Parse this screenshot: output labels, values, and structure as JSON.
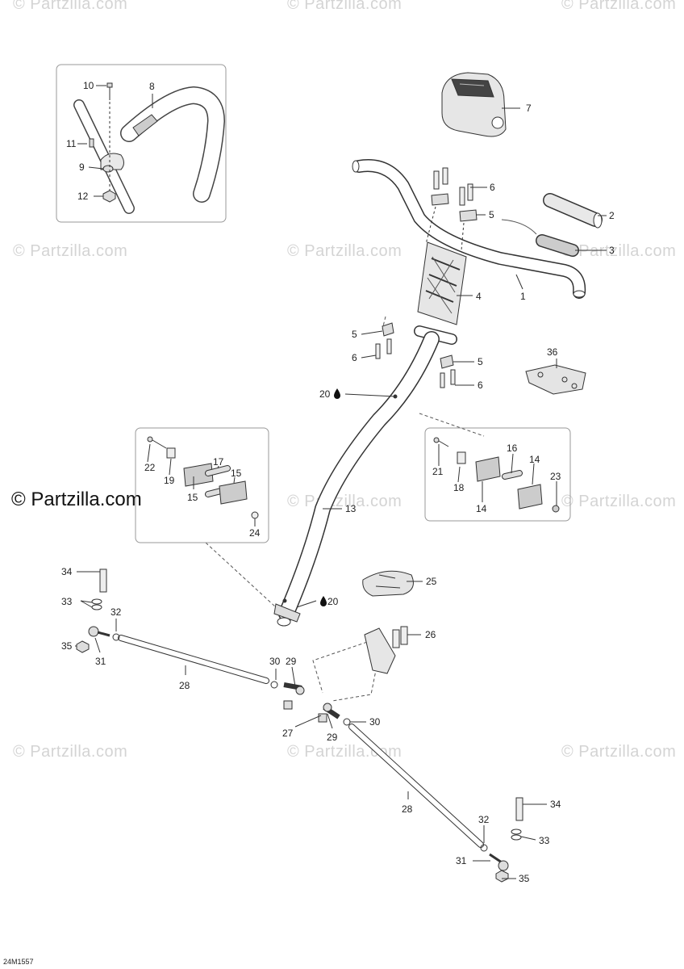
{
  "watermark_text": "© Partzilla.com",
  "brand_text": "© Partzilla.com",
  "reference_code": "24M1557",
  "callouts": {
    "c1": "1",
    "c2": "2",
    "c3": "3",
    "c4": "4",
    "c5a": "5",
    "c5b": "5",
    "c5c": "5",
    "c6a": "6",
    "c6b": "6",
    "c6c": "6",
    "c7": "7",
    "c8": "8",
    "c9": "9",
    "c10": "10",
    "c11": "11",
    "c12": "12",
    "c13": "13",
    "c14a": "14",
    "c14b": "14",
    "c15a": "15",
    "c15b": "15",
    "c16": "16",
    "c17": "17",
    "c18": "18",
    "c19": "19",
    "c20a": "20",
    "c20b": "20",
    "c21": "21",
    "c22": "22",
    "c23": "23",
    "c24": "24",
    "c25": "25",
    "c26": "26",
    "c27": "27",
    "c28a": "28",
    "c28b": "28",
    "c29a": "29",
    "c29b": "29",
    "c30a": "30",
    "c30b": "30",
    "c31a": "31",
    "c31b": "31",
    "c32a": "32",
    "c32b": "32",
    "c33a": "33",
    "c33b": "33",
    "c34a": "34",
    "c34b": "34",
    "c35a": "35",
    "c35b": "35",
    "c36": "36"
  }
}
